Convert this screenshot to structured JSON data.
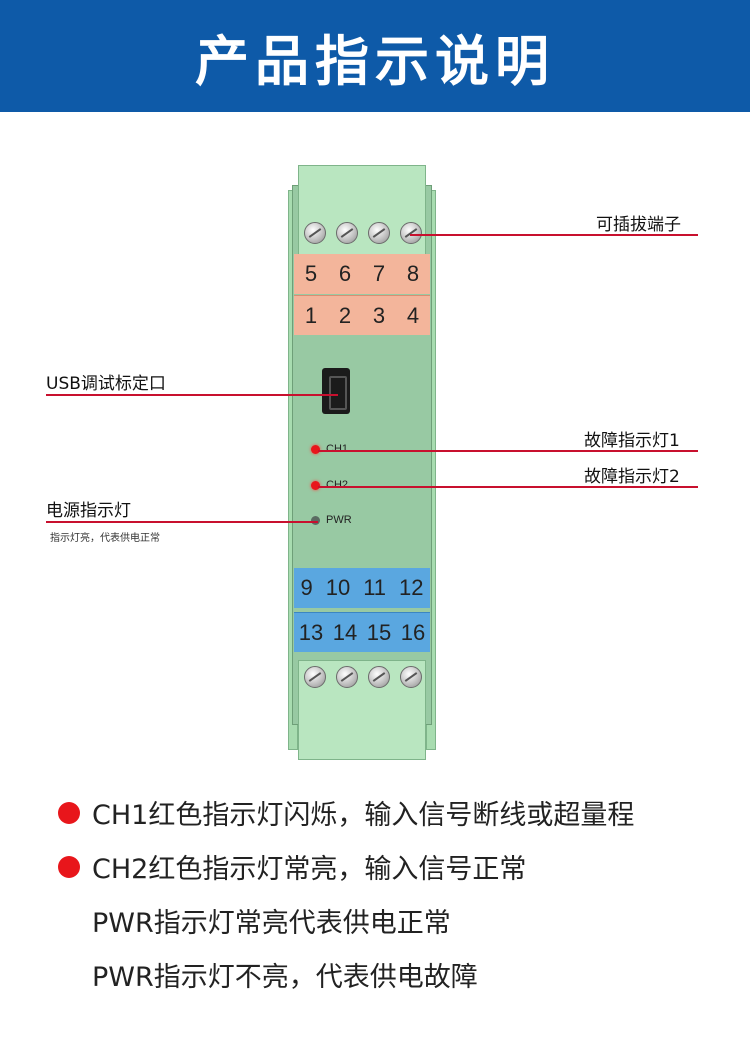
{
  "header": {
    "title": "产品指示说明"
  },
  "device": {
    "terminals_top": {
      "row1": [
        "5",
        "6",
        "7",
        "8"
      ],
      "row2": [
        "1",
        "2",
        "3",
        "4"
      ]
    },
    "terminals_bottom": {
      "row1": [
        "9",
        "10",
        "11",
        "12"
      ],
      "row2": [
        "13",
        "14",
        "15",
        "16"
      ]
    },
    "leds": [
      {
        "label": "CH1",
        "state": "on",
        "color": "#e8161b"
      },
      {
        "label": "CH2",
        "state": "on",
        "color": "#e8161b"
      },
      {
        "label": "PWR",
        "state": "off",
        "color": "#5b6b62"
      }
    ]
  },
  "callouts": {
    "terminal": "可插拔端子",
    "usb": "USB调试标定口",
    "fault1": "故障指示灯1",
    "fault2": "故障指示灯2",
    "power": "电源指示灯",
    "power_sub": "指示灯亮，代表供电正常"
  },
  "notes": [
    {
      "text": "CH1红色指示灯闪烁，输入信号断线或超量程",
      "bullet": true
    },
    {
      "text": "CH2红色指示灯常亮，输入信号正常",
      "bullet": true
    },
    {
      "text": "PWR指示灯常亮代表供电正常",
      "bullet": false
    },
    {
      "text": "PWR指示灯不亮，代表供电故障",
      "bullet": false
    }
  ],
  "colors": {
    "header_bg": "#0e5aa8",
    "callout_line": "#c8102e",
    "led_red": "#e8161b",
    "terminal_orange": "#f3b59b",
    "terminal_blue": "#5aa7e0"
  }
}
